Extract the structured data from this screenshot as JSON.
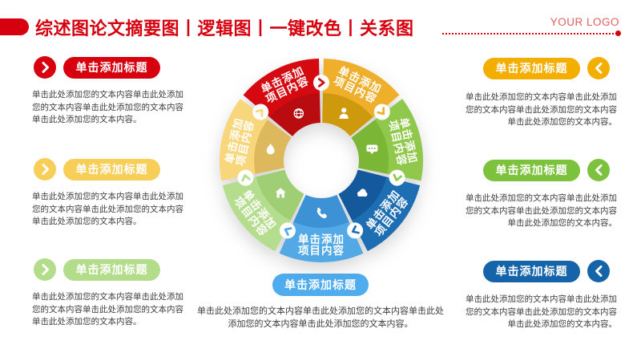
{
  "header": {
    "accent": "#D6000F",
    "title": "综述图论文摘要图丨逻辑图丨一键改色丨关系图",
    "logo": "YOUR LOGO",
    "logo_color": "#E05E5E"
  },
  "left_items": [
    {
      "label": "单击添加标题",
      "color": "#D6000F",
      "body": "单击此处添加您的文本内容单击此处添加您的文本内容单击此处添加您的文本内容单击此处添加您的文本内容。"
    },
    {
      "label": "单击添加标题",
      "color": "#F7CE58",
      "body": "单击此处添加您的文本内容单击此处添加您的文本内容单击此处添加您的文本内容单击此处添加您的文本内容。"
    },
    {
      "label": "单击添加标题",
      "color": "#B3DD8A",
      "body": "单击此处添加您的文本内容单击此处添加您的文本内容单击此处添加您的文本内容单击此处添加您的文本内容。"
    }
  ],
  "right_items": [
    {
      "label": "单击添加标题",
      "color": "#F3AE00",
      "body": "单击此处添加您的文本内容单击此处添加您的文本内容单击此处添加您的文本内容单击此处添加您的文本内容。"
    },
    {
      "label": "单击添加标题",
      "color": "#7CC23C",
      "body": "单击此处添加您的文本内容单击此处添加您的文本内容单击此处添加您的文本内容单击此处添加您的文本内容。"
    },
    {
      "label": "单击添加标题",
      "color": "#1564A9",
      "body": "单击此处添加您的文本内容单击此处添加您的文本内容单击此处添加您的文本内容单击此处添加您的文本内容。"
    }
  ],
  "bottom_item": {
    "label": "单击添加标题",
    "color": "#4EACEF",
    "body": "单击此处添加您的文本内容单击此处添加您的文本内容单击此处添加您的文本内容单击此处添加您的文本内容。"
  },
  "donut": {
    "label_line1": "单击添加",
    "label_line2": "项目内容",
    "segments": [
      {
        "name": "gold",
        "icon": "person",
        "outer": "#EFAF2A",
        "inner": "#CE990D"
      },
      {
        "name": "green",
        "icon": "chat",
        "outer": "#90C84C",
        "inner": "#7BB637"
      },
      {
        "name": "dark-blue",
        "icon": "cloud",
        "outer": "#1E6EB4",
        "inner": "#14599B"
      },
      {
        "name": "light-blue",
        "icon": "phone",
        "outer": "#52A9E6",
        "inner": "#3C92D5"
      },
      {
        "name": "light-green",
        "icon": "home",
        "outer": "#B5DD8E",
        "inner": "#A0CE74"
      },
      {
        "name": "light-yellow",
        "icon": "drop",
        "outer": "#F8D77C",
        "inner": "#DDB85C"
      },
      {
        "name": "red",
        "icon": "globe",
        "outer": "#D40A10",
        "inner": "#B80C10"
      }
    ]
  }
}
